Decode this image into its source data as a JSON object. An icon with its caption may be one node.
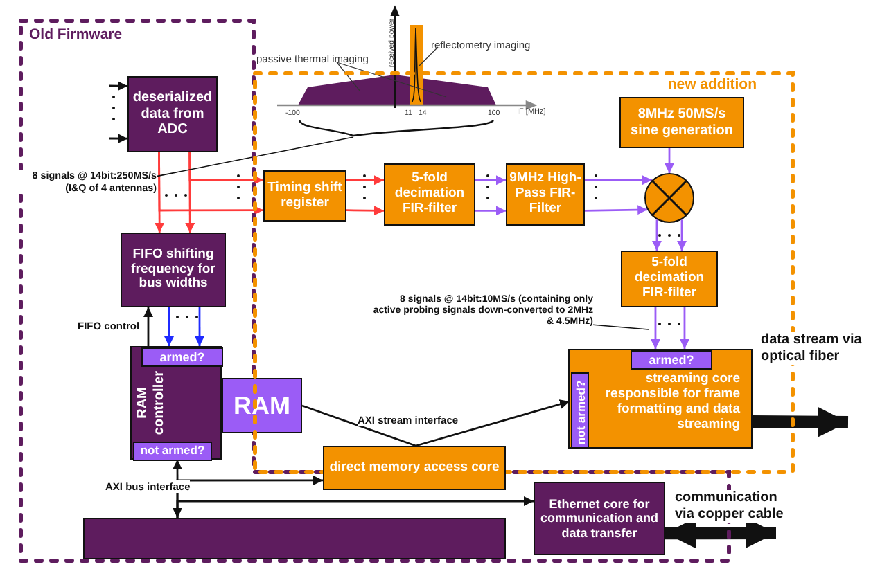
{
  "diagram": {
    "nodes": [
      {
        "text": [
          "Old Firmware"
        ]
      },
      {
        "text": [
          "deserialized data from ADC"
        ],
        "in": 0
      },
      {
        "text": [
          "8 signals @ 14bit:250MS/s (I&Q of 4 antennas)"
        ],
        "in": 0
      },
      {
        "text": [],
        "shape": "picture"
      },
      {
        "text": [
          "new addition"
        ]
      },
      {
        "text": [
          "Timing shift register"
        ],
        "in": 4
      },
      {
        "text": [
          "5-fold decimation FIR-filter"
        ],
        "in": 4
      },
      {
        "text": [
          "9MHz High-Pass FIR-Filter"
        ],
        "in": 4
      },
      {
        "text": [
          "8MHz 50MS/s sine generation"
        ],
        "in": 4
      },
      {
        "text": [],
        "shape": "circle",
        "in": 4
      },
      {
        "text": [
          "5-fold decimation FIR-filter"
        ],
        "in": 4
      },
      {
        "text": [
          "8 signals @ 14bit:10MS/s (containing only active probing signals down-converted to 2MHz & 4.5MHz)"
        ],
        "in": 4
      },
      {
        "text": [
          "streaming core responsible for frame formatting and data streaming"
        ],
        "in": 4
      },
      {
        "text": [
          "armed?"
        ],
        "in": 12
      },
      {
        "text": [
          "not armed?"
        ],
        "in": 12
      },
      {
        "text": [
          "FIFO shifting frequency for bus widths"
        ],
        "in": 0
      },
      {
        "text": [
          "RAM controller"
        ],
        "in": 0
      },
      {
        "text": [
          "armed?"
        ],
        "in": 16
      },
      {
        "text": [
          "not armed?"
        ],
        "in": 16
      },
      {
        "text": [
          "RAM"
        ],
        "in": 0
      },
      {
        "text": [
          "direct memory access core"
        ]
      },
      {
        "text": [],
        "shape": "bar",
        "in": 0
      },
      {
        "text": [
          "Ethernet core for communication and data transfer"
        ],
        "in": 0
      }
    ],
    "edges": [
      {
        "from": null,
        "to": 1,
        "arrow": "to"
      },
      {
        "from": null,
        "to": 1,
        "arrow": "to"
      },
      {
        "from": 1,
        "to": 5,
        "arrow": "to",
        "color": "#ff3b3b"
      },
      {
        "from": 1,
        "to": 5,
        "arrow": "to",
        "color": "#ff3b3b"
      },
      {
        "from": 1,
        "to": 15,
        "arrow": "to",
        "color": "#ff3b3b"
      },
      {
        "from": 1,
        "to": 15,
        "arrow": "to",
        "color": "#ff3b3b"
      },
      {
        "from": 5,
        "to": 6,
        "arrow": "to",
        "color": "#ff3b3b"
      },
      {
        "from": 5,
        "to": 6,
        "arrow": "to",
        "color": "#ff3b3b"
      },
      {
        "from": 6,
        "to": 7,
        "arrow": "to",
        "color": "#9b5cf6"
      },
      {
        "from": 6,
        "to": 7,
        "arrow": "to",
        "color": "#9b5cf6"
      },
      {
        "from": 7,
        "to": 9,
        "arrow": "to",
        "color": "#9b5cf6"
      },
      {
        "from": 7,
        "to": 9,
        "arrow": "to",
        "color": "#9b5cf6"
      },
      {
        "from": 8,
        "to": 9,
        "arrow": "to",
        "color": "#9b5cf6"
      },
      {
        "from": 9,
        "to": 10,
        "arrow": "to",
        "color": "#9b5cf6"
      },
      {
        "from": 9,
        "to": 10,
        "arrow": "to",
        "color": "#9b5cf6"
      },
      {
        "from": 10,
        "to": 13,
        "arrow": "to",
        "color": "#9b5cf6"
      },
      {
        "from": 10,
        "to": 13,
        "arrow": "to",
        "color": "#9b5cf6"
      },
      {
        "from": 15,
        "to": 17,
        "arrow": "to",
        "color": "#1f2bff"
      },
      {
        "from": 15,
        "to": 17,
        "arrow": "to",
        "color": "#1f2bff"
      },
      {
        "from": 16,
        "to": 15,
        "arrow": "to",
        "label": "FIFO control"
      },
      {
        "from": 19,
        "to": 20,
        "arrow": "none",
        "label": "AXI stream interface"
      },
      {
        "from": 20,
        "to": 14,
        "arrow": "to"
      },
      {
        "from": 18,
        "to": 21,
        "arrow": "both",
        "label": "AXI bus interface"
      },
      {
        "from": 21,
        "to": 20,
        "arrow": "to"
      },
      {
        "from": 21,
        "to": 22,
        "arrow": "to"
      },
      {
        "from": 12,
        "to": null,
        "arrow": "to",
        "style": "thick",
        "label": "data stream via optical fiber"
      },
      {
        "from": 22,
        "to": null,
        "arrow": "both",
        "style": "thick",
        "label": "communication via copper cable"
      },
      {
        "from": 2,
        "to": 3,
        "arrow": "none"
      },
      {
        "from": 11,
        "to": null,
        "arrow": "none"
      }
    ],
    "labels": [
      "received power",
      "passive thermal imaging",
      "reflectometry imaging",
      "-100",
      "11",
      "14",
      "100",
      "IF [MHz]"
    ]
  }
}
